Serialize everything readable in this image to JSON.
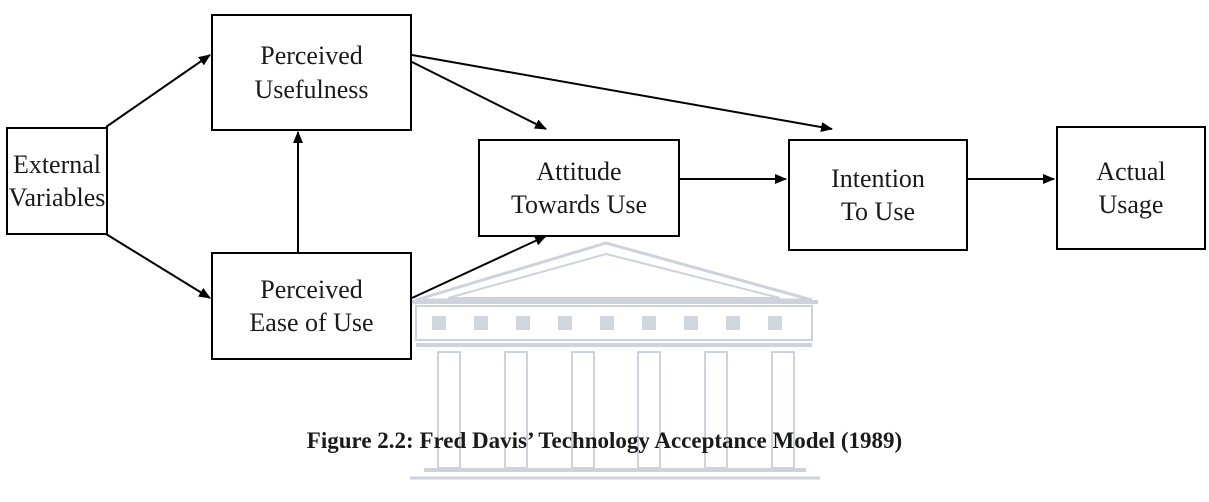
{
  "diagram": {
    "nodes": {
      "external": {
        "line1": "External",
        "line2": "Variables"
      },
      "usefulness": {
        "line1": "Perceived",
        "line2": "Usefulness"
      },
      "ease": {
        "line1": "Perceived",
        "line2": "Ease of Use"
      },
      "attitude": {
        "line1": "Attitude",
        "line2": "Towards Use"
      },
      "intention": {
        "line1": "Intention",
        "line2": "To Use"
      },
      "usage": {
        "line1": "Actual",
        "line2": "Usage"
      }
    },
    "edges": [
      {
        "from": "External Variables",
        "to": "Perceived Usefulness"
      },
      {
        "from": "External Variables",
        "to": "Perceived Ease of Use"
      },
      {
        "from": "Perceived Ease of Use",
        "to": "Perceived Usefulness"
      },
      {
        "from": "Perceived Usefulness",
        "to": "Attitude Towards Use"
      },
      {
        "from": "Perceived Usefulness",
        "to": "Intention To Use"
      },
      {
        "from": "Perceived Ease of Use",
        "to": "Attitude Towards Use"
      },
      {
        "from": "Attitude Towards Use",
        "to": "Intention To Use"
      },
      {
        "from": "Intention To Use",
        "to": "Actual Usage"
      }
    ]
  },
  "caption": "Figure 2.2: Fred Davis’ Technology Acceptance Model (1989)",
  "watermark": {
    "description": "university building emblem",
    "color": "#c6cbd6"
  }
}
